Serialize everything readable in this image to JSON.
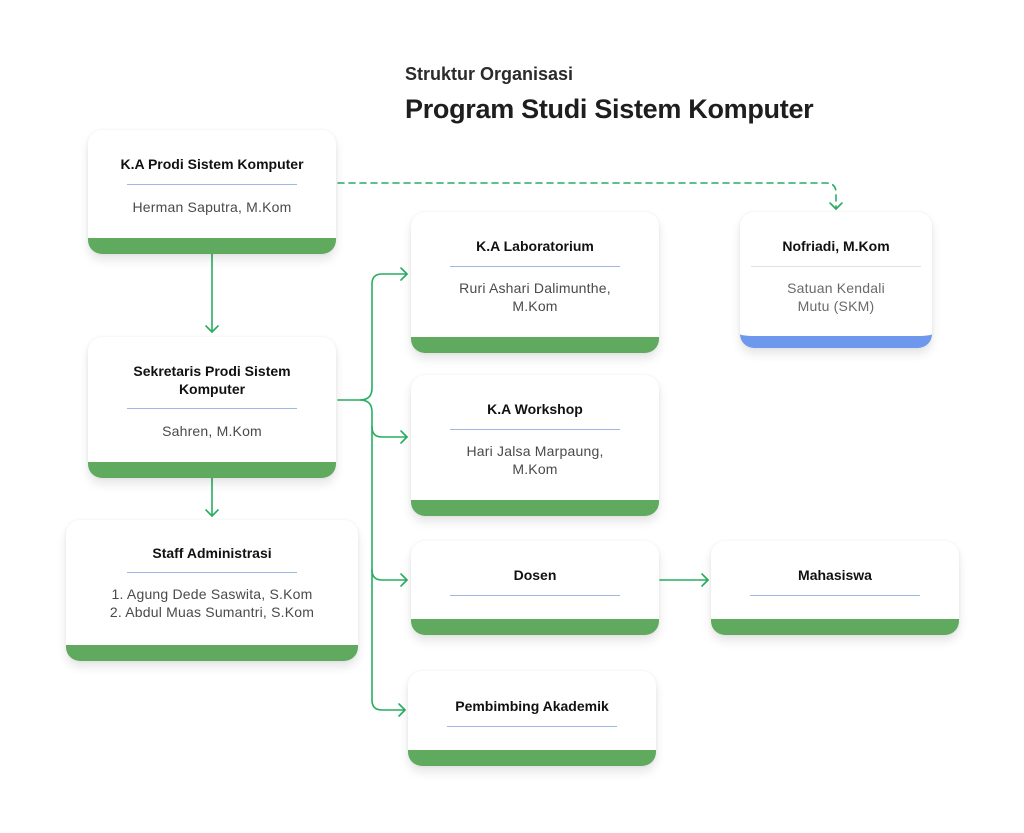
{
  "header": {
    "subtitle": "Struktur Organisasi",
    "title": "Program Studi Sistem Komputer"
  },
  "nodes": {
    "kaprodi": {
      "role": "K.A Prodi Sistem Komputer",
      "name": "Herman Saputra, M.Kom"
    },
    "sekretaris": {
      "role": "Sekretaris Prodi Sistem Komputer",
      "name": "Sahren, M.Kom"
    },
    "staff": {
      "role": "Staff Administrasi",
      "names": [
        "1. Agung Dede Saswita, S.Kom",
        "2. Abdul Muas Sumantri, S.Kom"
      ]
    },
    "lab": {
      "role": "K.A Laboratorium",
      "name": "Ruri Ashari Dalimunthe, M.Kom"
    },
    "workshop": {
      "role": "K.A Workshop",
      "name": "Hari Jalsa Marpaung, M.Kom"
    },
    "dosen": {
      "role": "Dosen"
    },
    "mahasiswa": {
      "role": "Mahasiswa"
    },
    "pembimbing": {
      "role": "Pembimbing Akademik"
    },
    "skm": {
      "role": "Nofriadi, M.Kom",
      "name": "Satuan Kendali Mutu (SKM)"
    }
  },
  "colors": {
    "connector": "#27ae60",
    "card_bottom": "#5faa5f",
    "card_bottom_skm": "#6e98ee",
    "divider": "#9fb7e3"
  },
  "edges": [
    {
      "from": "kaprodi",
      "to": "sekretaris",
      "style": "solid"
    },
    {
      "from": "sekretaris",
      "to": "staff",
      "style": "solid"
    },
    {
      "from": "sekretaris",
      "to": "lab",
      "style": "solid"
    },
    {
      "from": "sekretaris",
      "to": "workshop",
      "style": "solid"
    },
    {
      "from": "sekretaris",
      "to": "dosen",
      "style": "solid"
    },
    {
      "from": "sekretaris",
      "to": "pembimbing",
      "style": "solid"
    },
    {
      "from": "dosen",
      "to": "mahasiswa",
      "style": "solid"
    },
    {
      "from": "kaprodi",
      "to": "skm",
      "style": "dashed"
    }
  ]
}
